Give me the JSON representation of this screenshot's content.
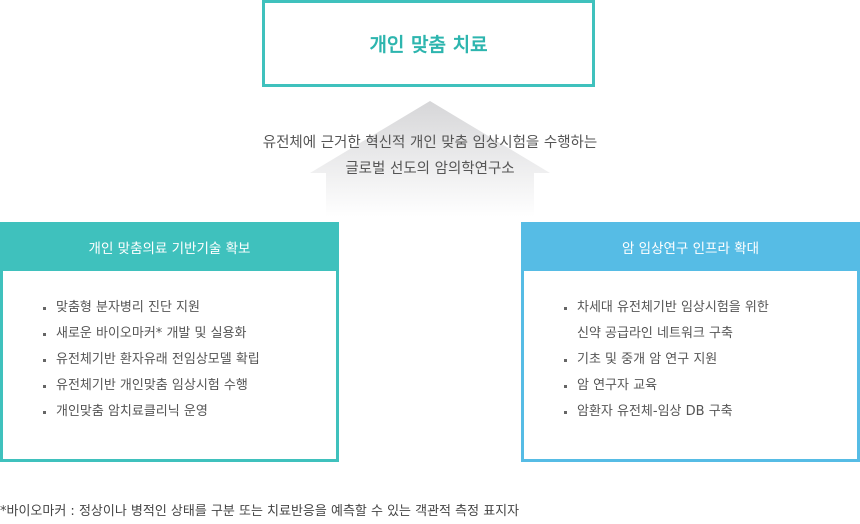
{
  "top_box": {
    "title": "개인 맞춤 치료"
  },
  "mission": {
    "line1": "유전체에 근거한 혁신적 개인 맞춤 임상시험을 수행하는",
    "line2": "글로벌 선도의 암의학연구소"
  },
  "left_panel": {
    "heading": "개인 맞춤의료 기반기술 확보",
    "items": [
      {
        "text": "맞춤형 분자병리 진단 지원"
      },
      {
        "text": "새로운 바이오마커* 개발 및 실용화"
      },
      {
        "text": "유전체기반 환자유래 전임상모델 확립"
      },
      {
        "text": "유전체기반 개인맞춤 임상시험 수행"
      },
      {
        "text": "개인맞춤 암치료클리닉 운영"
      }
    ]
  },
  "right_panel": {
    "heading": "암 임상연구 인프라 확대",
    "items": [
      {
        "text": "차세대 유전체기반 임상시험을 위한",
        "sub": "신약 공급라인 네트워크 구축"
      },
      {
        "text": "기초 및 중개 암 연구 지원"
      },
      {
        "text": "암 연구자 교육"
      },
      {
        "text": "암환자 유전체-임상 DB 구축"
      }
    ]
  },
  "footnote": "*바이오마커 : 정상이나 병적인 상태를 구분 또는 치료반응을 예측할 수 있는 객관적 측정 표지자",
  "colors": {
    "teal": "#3fc1bd",
    "blue": "#56bce5",
    "arrow_top": "#d9d9db",
    "arrow_bottom": "#ffffff"
  }
}
